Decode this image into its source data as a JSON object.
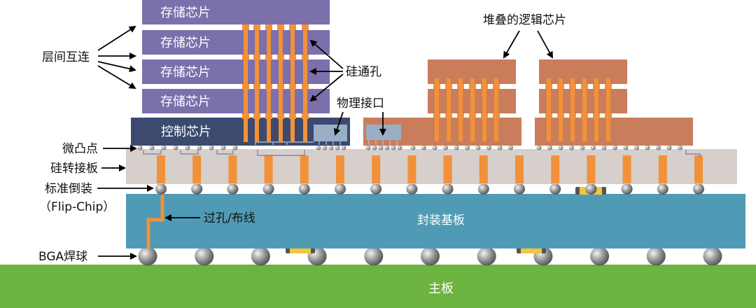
{
  "chips": {
    "memory_label": "存储芯片",
    "control_label": "控制芯片"
  },
  "labels": {
    "interconnect": "层间互连",
    "tsv": "硅通孔",
    "phy": "物理接口",
    "stacked_logic": "堆叠的逻辑芯片",
    "microbump": "微凸点",
    "interposer": "硅转接板",
    "flipchip": "标准倒装",
    "flipchip_en": "（Flip-Chip）",
    "via": "过孔/布线",
    "bga": "BGA焊球"
  },
  "layers": {
    "substrate": "封装基板",
    "mainboard": "主板"
  },
  "colors": {
    "memory": "#7b6fac",
    "control": "#3b4a6e",
    "logic": "#c97d5b",
    "tsv": "#f2913a",
    "interposer": "#d6cfcb",
    "substrate": "#4f9bb5",
    "mainboard": "#6db340",
    "phy": "#98afc6",
    "passive": "#f2c63d"
  }
}
